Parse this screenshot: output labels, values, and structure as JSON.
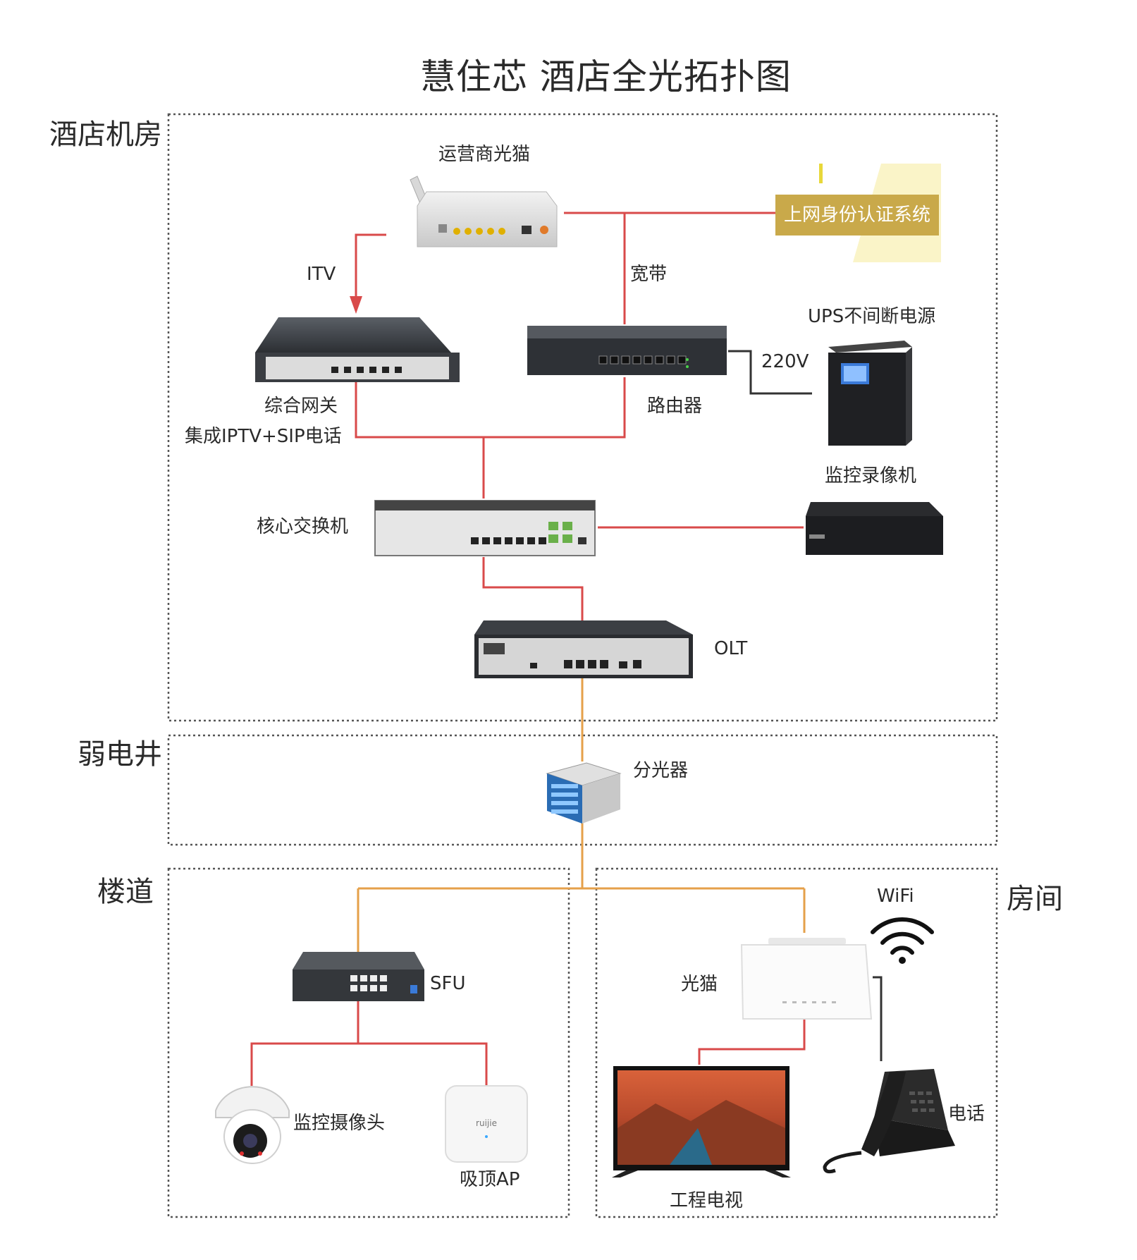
{
  "title": "慧住芯 酒店全光拓扑图",
  "zones": {
    "machine_room": "酒店机房",
    "weak_well": "弱电井",
    "corridor": "楼道",
    "room": "房间"
  },
  "devices": {
    "operator_ont": "运营商光猫",
    "auth_system": "上网身份认证系统",
    "gateway_line1": "综合网关",
    "gateway_line2": "集成IPTV+SIP电话",
    "router": "路由器",
    "ups": "UPS不间断电源",
    "core_switch": "核心交换机",
    "nvr": "监控录像机",
    "olt": "OLT",
    "splitter": "分光器",
    "sfu": "SFU",
    "camera": "监控摄像头",
    "ap": "吸顶AP",
    "room_ont": "光猫",
    "wifi": "WiFi",
    "tv": "工程电视",
    "phone": "电话"
  },
  "links": {
    "itv": "ITV",
    "broadband": "宽带",
    "power": "220V"
  },
  "colors": {
    "ethernet": "#d94a4a",
    "fiber": "#e5a04a",
    "power": "#333333",
    "zone_border": "#555555",
    "auth_bg": "#c9a94a"
  }
}
